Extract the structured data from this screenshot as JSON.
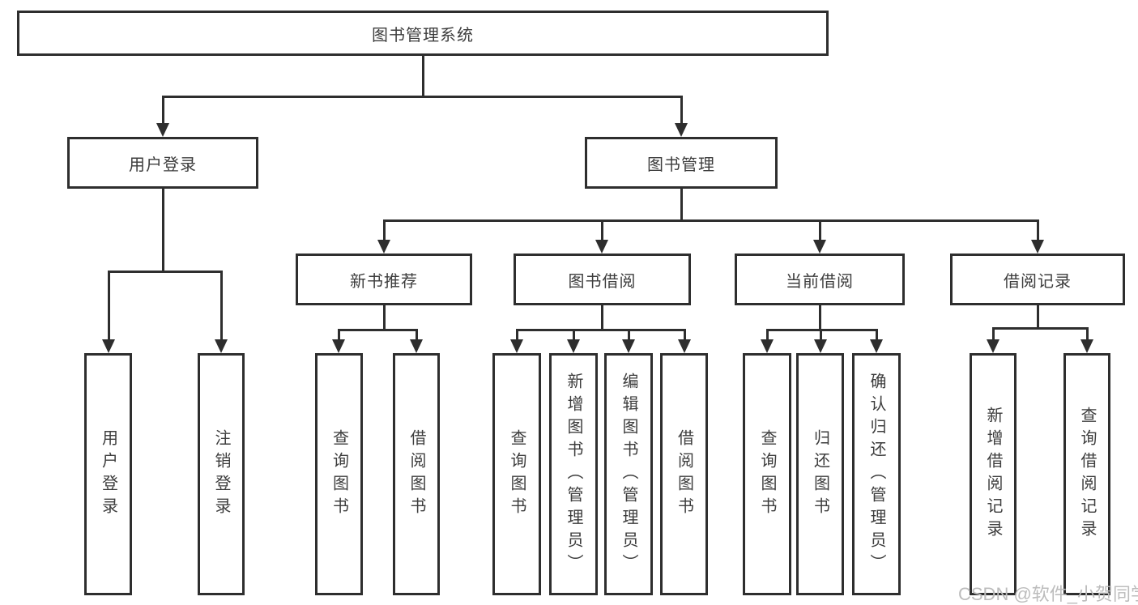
{
  "diagram_type": "hierarchy-tree",
  "colors": {
    "line": "#2e2e2e",
    "text": "#3d3d3d",
    "background": "#ffffff",
    "watermark": "#bcbcbc"
  },
  "tree": {
    "label": "图书管理系统",
    "children": [
      {
        "label": "用户登录",
        "children": [
          {
            "label": "用户登录"
          },
          {
            "label": "注销登录"
          }
        ]
      },
      {
        "label": "图书管理",
        "children": [
          {
            "label": "新书推荐",
            "children": [
              {
                "label": "查询图书"
              },
              {
                "label": "借阅图书"
              }
            ]
          },
          {
            "label": "图书借阅",
            "children": [
              {
                "label": "查询图书"
              },
              {
                "label": "新增图书（管理员）"
              },
              {
                "label": "编辑图书（管理员）"
              },
              {
                "label": "借阅图书"
              }
            ]
          },
          {
            "label": "当前借阅",
            "children": [
              {
                "label": "查询图书"
              },
              {
                "label": "归还图书"
              },
              {
                "label": "确认归还（管理员）"
              }
            ]
          },
          {
            "label": "借阅记录",
            "children": [
              {
                "label": "新增借阅记录"
              },
              {
                "label": "查询借阅记录"
              }
            ]
          }
        ]
      }
    ]
  },
  "watermark": {
    "text": "CSDN @软件_小贺同学"
  }
}
